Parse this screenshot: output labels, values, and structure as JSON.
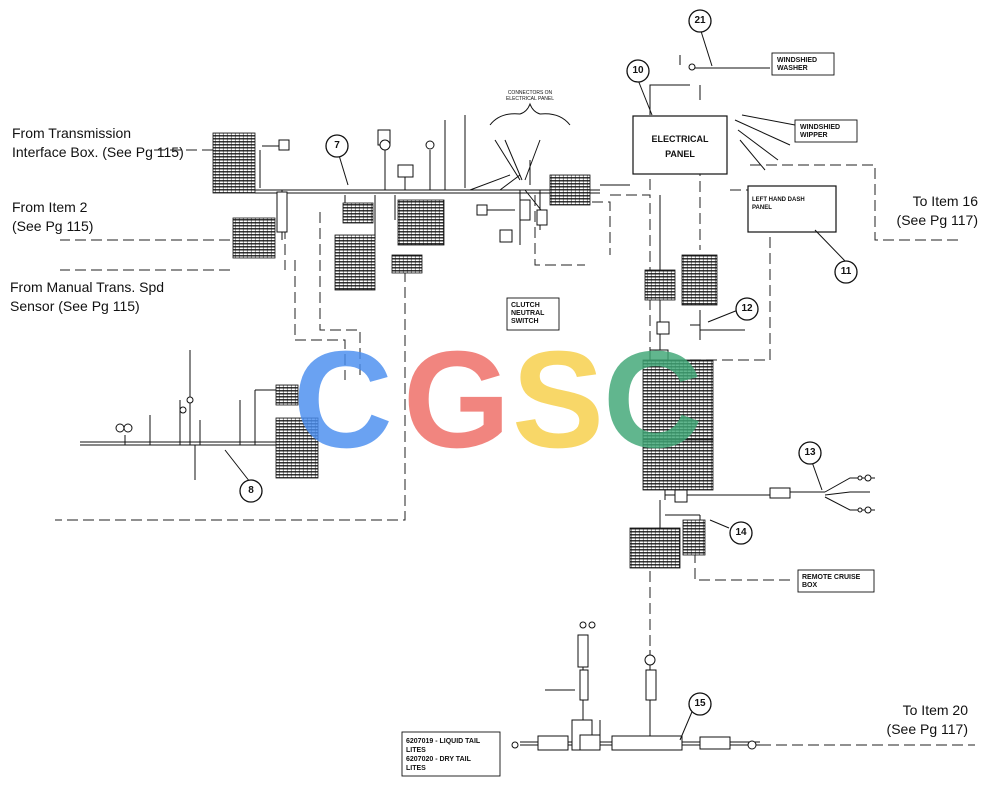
{
  "labels": {
    "from_transmission": [
      "From Transmission",
      "Interface Box. (See Pg 115)"
    ],
    "from_item2": [
      "From Item 2",
      "(See Pg 115)"
    ],
    "from_manual": [
      "From Manual Trans. Spd",
      "Sensor (See Pg 115)"
    ],
    "to_item16": [
      "To Item 16",
      "(See Pg 117)"
    ],
    "to_item20": [
      "To Item 20",
      "(See Pg 117)"
    ]
  },
  "boxes": {
    "electrical_panel": [
      "ELECTRICAL",
      "PANEL"
    ],
    "left_hand_dash": [
      "LEFT HAND DASH",
      "PANEL"
    ],
    "windshield_washer": [
      "WINDSHIED",
      "WASHER"
    ],
    "windshield_wiper": [
      "WINDSHIED",
      "WIPPER"
    ],
    "clutch_switch": [
      "CLUTCH",
      "NEUTRAL",
      "SWITCH"
    ],
    "remote_cruise": [
      "REMOTE CRUISE",
      "BOX"
    ],
    "tail_lites": [
      "6207019 - LIQUID TAIL",
      "LITES",
      "6207020 - DRY TAIL",
      "LITES"
    ]
  },
  "connectors_note": [
    "CONNECTORS ON",
    "ELECTRICAL PANEL"
  ],
  "callouts": [
    "7",
    "8",
    "10",
    "11",
    "12",
    "13",
    "14",
    "15",
    "21"
  ],
  "watermark": {
    "letters": [
      "C",
      "G",
      "S",
      "C"
    ],
    "colors": [
      "#4a8ef0",
      "#ee6b63",
      "#f7cf48",
      "#3fa776"
    ]
  }
}
